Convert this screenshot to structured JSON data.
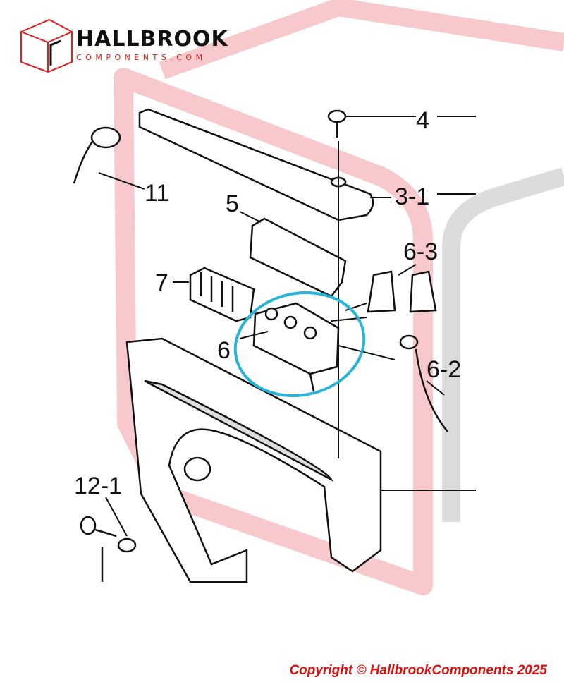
{
  "brand": {
    "name": "HALLBROOK",
    "subtitle": "COMPONENTS.COM"
  },
  "diagram": {
    "part_labels": [
      "4",
      "3-1",
      "11",
      "5",
      "6-3",
      "7",
      "6",
      "6-2",
      "12-1"
    ],
    "highlight_color": "#29b3d6"
  },
  "footer": {
    "copyright": "Copyright © HallbrookComponents 2025"
  }
}
